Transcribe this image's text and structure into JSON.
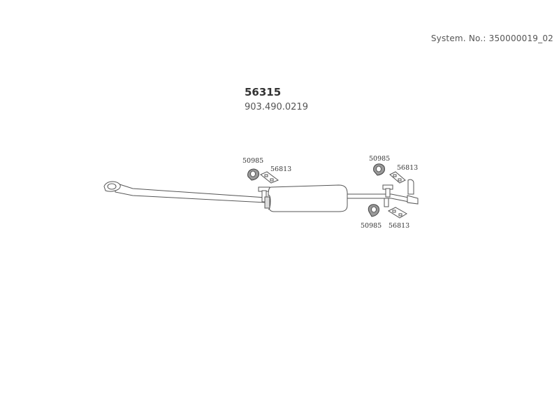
{
  "header": {
    "system_number": "System. No.: 350000019_02"
  },
  "assembly": {
    "part_number": "56315",
    "reference_number": "903.490.0219"
  },
  "callouts": {
    "hanger_front": "50985",
    "clamp_front": "56813",
    "hanger_rear_upper": "50985",
    "clamp_rear_upper": "56813",
    "hanger_rear_lower": "50985",
    "clamp_rear_lower": "56813"
  }
}
